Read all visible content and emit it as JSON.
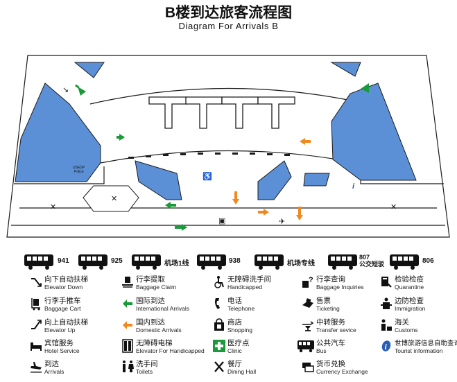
{
  "title_cn": "B楼到达旅客流程图",
  "title_en": "Diagram For Arrivals B",
  "map": {
    "police_label_1": "USEDP",
    "police_label_2": "Police",
    "colors": {
      "area_blue": "#5b8fd6",
      "green_arrow": "#1a9a3a",
      "orange_arrow": "#f0891e",
      "outline": "#1a1a1a"
    }
  },
  "bus_routes": [
    {
      "number": "941"
    },
    {
      "number": "925"
    },
    {
      "number": "机场1线"
    },
    {
      "number": "938"
    },
    {
      "number": "机场专线"
    },
    {
      "number": "807\n公交短驳"
    },
    {
      "number": "806"
    }
  ],
  "legend": [
    {
      "cn": "向下自动扶梯",
      "en": "Elevator Down",
      "icon": "escalator-down-icon"
    },
    {
      "cn": "行李手推车",
      "en": "Baggage Cart",
      "icon": "baggage-cart-icon"
    },
    {
      "cn": "向上自动扶梯",
      "en": "Elevator Up",
      "icon": "escalator-up-icon"
    },
    {
      "cn": "宾馆服务",
      "en": "Hotel Service",
      "icon": "hotel-bed-icon"
    },
    {
      "cn": "到达",
      "en": "Arrivals",
      "icon": "arrival-plane-icon"
    },
    {
      "cn": "行李提取",
      "en": "Baggage Claim",
      "icon": "baggage-claim-icon"
    },
    {
      "cn": "国际到达",
      "en": "International Arrivals",
      "icon": "green-arrow-icon"
    },
    {
      "cn": "国内到达",
      "en": "Domestic Arrivals",
      "icon": "orange-arrow-icon"
    },
    {
      "cn": "无障碍电梯",
      "en": "Elevator For Handicapped",
      "icon": "accessible-elevator-icon"
    },
    {
      "cn": "洗手间",
      "en": "Toilets",
      "icon": "toilets-icon"
    },
    {
      "cn": "无障碍洗手间",
      "en": "Handicapped",
      "icon": "wheelchair-icon"
    },
    {
      "cn": "电话",
      "en": "Telephone",
      "icon": "telephone-icon"
    },
    {
      "cn": "商店",
      "en": "Shopping",
      "icon": "shopping-icon"
    },
    {
      "cn": "医疗点",
      "en": "Clinic",
      "icon": "clinic-icon"
    },
    {
      "cn": "餐厅",
      "en": "Dining Hall",
      "icon": "dining-icon"
    },
    {
      "cn": "行李查询",
      "en": "Baggage Inquiries",
      "icon": "baggage-inquiry-icon"
    },
    {
      "cn": "售票",
      "en": "Ticketing",
      "icon": "ticketing-icon"
    },
    {
      "cn": "中转服务",
      "en": "Transfer sevice",
      "icon": "transfer-icon"
    },
    {
      "cn": "公共汽车",
      "en": "Bus",
      "icon": "bus-icon"
    },
    {
      "cn": "货币兑换",
      "en": "Currency Exchange",
      "icon": "currency-exchange-icon"
    },
    {
      "cn": "检验检疫",
      "en": "Quarantine",
      "icon": "quarantine-icon"
    },
    {
      "cn": "边防检查",
      "en": "Immigration",
      "icon": "immigration-icon"
    },
    {
      "cn": "海关",
      "en": "Customs",
      "icon": "customs-icon"
    },
    {
      "cn": "世博旅游信息自助查询机",
      "en": "Tourist information",
      "icon": "tourist-info-icon"
    }
  ]
}
